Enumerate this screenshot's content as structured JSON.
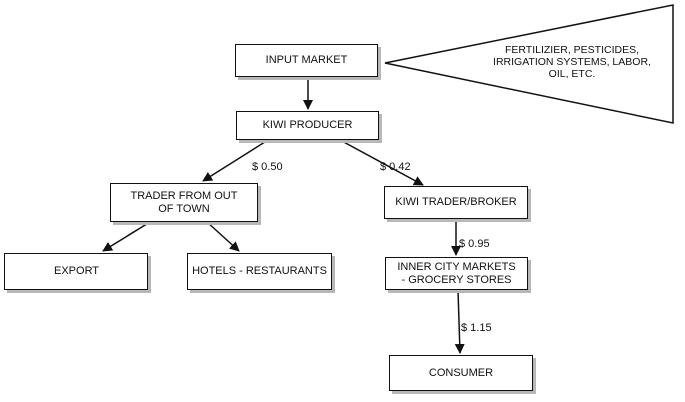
{
  "nodes": {
    "input_market": "INPUT MARKET",
    "kiwi_producer": "KIWI PRODUCER",
    "trader_out_of_town": "TRADER FROM OUT OF TOWN",
    "kiwi_trader_broker": "KIWI TRADER/BROKER",
    "export": "EXPORT",
    "hotels_restaurants": "HOTELS - RESTAURANTS",
    "inner_city_markets": "INNER CITY MARKETS - GROCERY STORES",
    "consumer": "CONSUMER"
  },
  "inputs_callout": "FERTILIZIER, PESTICIDES, IRRIGATION SYSTEMS, LABOR, OIL, ETC.",
  "prices": {
    "producer_to_trader": "$ 0.50",
    "producer_to_broker": "$ 0.42",
    "broker_to_markets": "$ 0.95",
    "markets_to_consumer": "$ 1.15"
  }
}
